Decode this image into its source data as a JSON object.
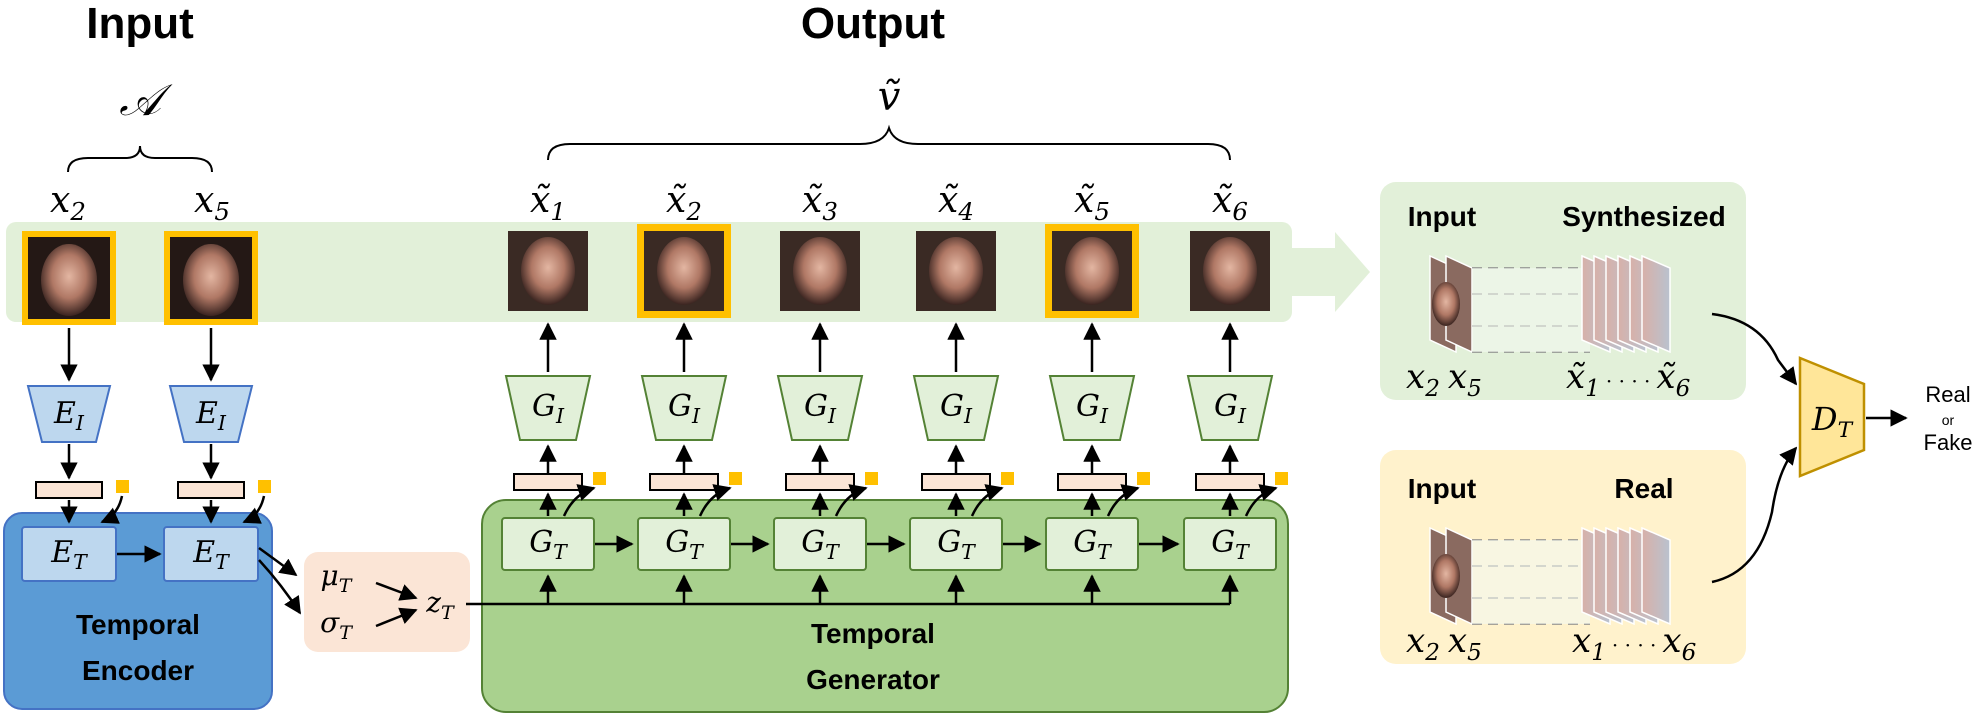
{
  "headers": {
    "input": "Input",
    "output": "Output"
  },
  "braces": {
    "input_symbol": "𝒜",
    "output_symbol": "ṽ"
  },
  "input_frames": [
    {
      "var": "x",
      "sub": "2"
    },
    {
      "var": "x",
      "sub": "5"
    }
  ],
  "output_frames": [
    {
      "var": "x̃",
      "sub": "1"
    },
    {
      "var": "x̃",
      "sub": "2"
    },
    {
      "var": "x̃",
      "sub": "3"
    },
    {
      "var": "x̃",
      "sub": "4"
    },
    {
      "var": "x̃",
      "sub": "5"
    },
    {
      "var": "x̃",
      "sub": "6"
    }
  ],
  "encoder": {
    "image_encoder": {
      "var": "E",
      "sub": "I"
    },
    "temporal_encoder": {
      "var": "E",
      "sub": "T"
    },
    "label_line1": "Temporal",
    "label_line2": "Encoder"
  },
  "latent": {
    "mu": {
      "var": "μ",
      "sub": "T"
    },
    "sigma": {
      "var": "σ",
      "sub": "T"
    },
    "z": {
      "var": "z",
      "sub": "T"
    }
  },
  "generator": {
    "image_generator": {
      "var": "G",
      "sub": "I"
    },
    "temporal_generator": {
      "var": "G",
      "sub": "T"
    },
    "label_line1": "Temporal",
    "label_line2": "Generator"
  },
  "discriminator": {
    "synth_panel": {
      "title_input": "Input",
      "title_right": "Synthesized",
      "label_left_1": {
        "var": "x",
        "sub": "2"
      },
      "label_left_2": {
        "var": "x",
        "sub": "5"
      },
      "label_right_start": {
        "var": "x̃",
        "sub": "1"
      },
      "label_right_dots": "· · · ·",
      "label_right_end": {
        "var": "x̃",
        "sub": "6"
      }
    },
    "real_panel": {
      "title_input": "Input",
      "title_right": "Real",
      "label_left_1": {
        "var": "x",
        "sub": "2"
      },
      "label_left_2": {
        "var": "x",
        "sub": "5"
      },
      "label_right_start": {
        "var": "x",
        "sub": "1"
      },
      "label_right_dots": "· · · ·",
      "label_right_end": {
        "var": "x",
        "sub": "6"
      }
    },
    "disc": {
      "var": "D",
      "sub": "T"
    },
    "output_real": "Real",
    "output_or": "or",
    "output_fake": "Fake"
  },
  "colors": {
    "blue_box": "#bdd7ee",
    "blue_stroke": "#4472c4",
    "dark_blue": "#5b9bd5",
    "green_band": "#e2f0d9",
    "green_box": "#e2f0d9",
    "green_stroke": "#548235",
    "dark_green": "#a9d18e",
    "peach": "#fbe5d6",
    "orange_square": "#ffc000",
    "frame_border": "#ffc000",
    "gold": "#ffe699",
    "gold_stroke": "#bf9000",
    "real_panel": "#fff2cc"
  }
}
